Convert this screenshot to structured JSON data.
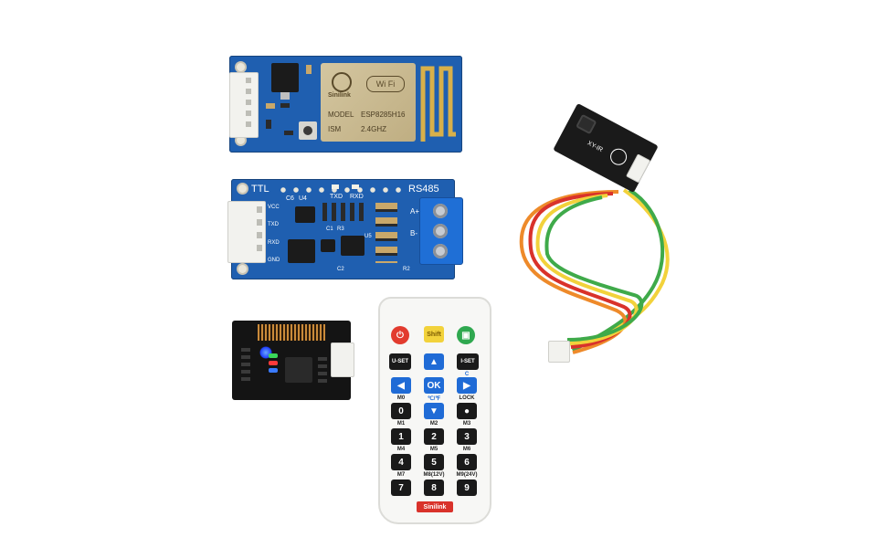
{
  "wifi_module": {
    "brand": "Sinilink",
    "wifi_badge": "Wi Fi",
    "model_label": "MODEL",
    "model_value": "ESP8285H16",
    "ism_label": "ISM",
    "ism_value": "2.4GHZ"
  },
  "rs485_module": {
    "ttl_label": "TTL",
    "rs485_label": "RS485",
    "txd_label": "TXD",
    "rxd_label": "RXD",
    "c6_label": "C6",
    "u4_label": "U4",
    "a_plus": "A+",
    "b_minus": "B-",
    "pins": [
      "VCC",
      "TXD",
      "RXD",
      "GND"
    ],
    "r3_label": "R3",
    "c1_label": "C1",
    "c2_label": "C2",
    "r2_label": "R2",
    "u5_label": "U5"
  },
  "ir_sensor": {
    "label": "XY-IR"
  },
  "remote": {
    "shift": "Shift",
    "uset": "U-SET",
    "iset": "I-SET",
    "ok": "OK",
    "c_f": "℃/℉",
    "m0": "M0",
    "lock": "LOCK",
    "m1": "M1",
    "m2": "M2",
    "m3": "M3",
    "m4": "M4",
    "m5": "M5",
    "m6": "M6",
    "m7": "M7",
    "m8": "M8(12V)",
    "m9": "M9(24V)",
    "n0": "0",
    "n1": "1",
    "n2": "2",
    "n3": "3",
    "n4": "4",
    "n5": "5",
    "n6": "6",
    "n7": "7",
    "n8": "8",
    "n9": "9",
    "brand": "Sinilink",
    "c_mark": "C"
  },
  "colors": {
    "pcb_blue": "#1f5fb0",
    "pcb_black": "#1b1b1b",
    "wire_yellow": "#f2d23b",
    "wire_green": "#3faa4a",
    "wire_orange": "#ee8a2a",
    "wire_red": "#d9322b"
  }
}
